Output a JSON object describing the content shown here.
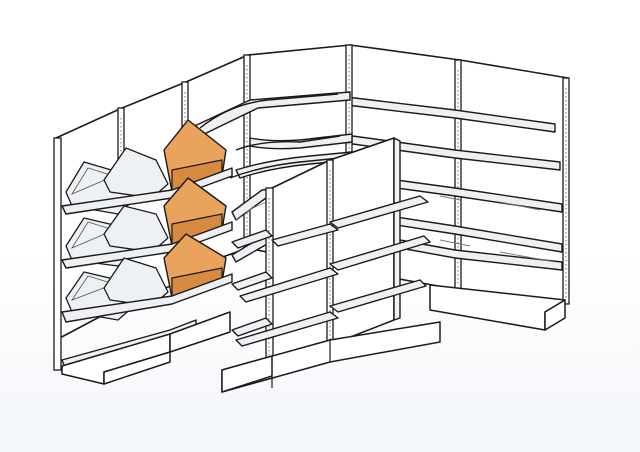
{
  "viewport": {
    "background_color": "#ffffff",
    "line_color": "#1a1a1a",
    "accent_wood_color": "#e9a35c",
    "shelf_color": "#eef0f3"
  },
  "model": {
    "subject": "store-shelving-3d-render",
    "corner_wall_units": 5,
    "island_gondola_shelf_levels": 4,
    "back_wall_shelf_levels": 5,
    "angled_bin_rows": 3
  }
}
